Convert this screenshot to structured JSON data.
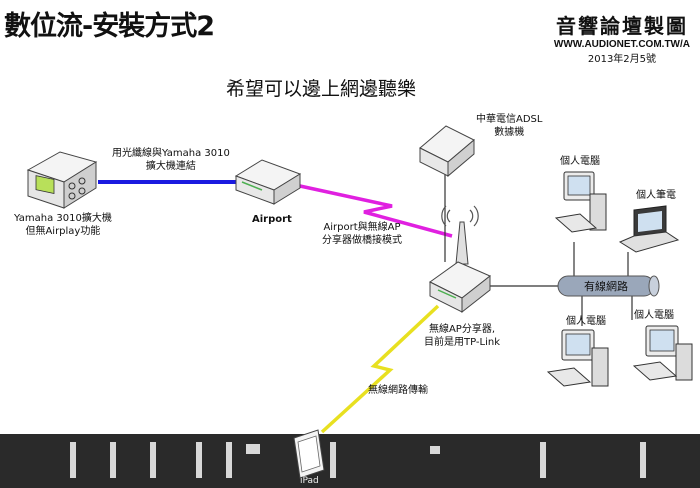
{
  "title": "數位流-安裝方式2",
  "subtitle": "希望可以邊上網邊聽樂",
  "brand": {
    "name": "音響論壇製圖",
    "url": "WWW.AUDIONET.COM.TW/A",
    "date": "2013年2月5號"
  },
  "labels": {
    "amp_line1": "Yamaha  3010擴大機",
    "amp_line2": "但無Airplay功能",
    "optical_line1": "用光纖線與Yamaha  3010",
    "optical_line2": "擴大機連結",
    "airport": "Airport",
    "bridge_line1": "Airport與無線AP",
    "bridge_line2": "分享器做橋接模式",
    "adsl_line1": "中華電信ADSL",
    "adsl_line2": "數據機",
    "pc_top": "個人電腦",
    "laptop": "個人筆電",
    "wired_net": "有線網路",
    "pc_bottom_left": "個人電腦",
    "pc_bottom_right": "個人電腦",
    "ap_line1": "無線AP分享器,",
    "ap_line2": "目前是用TP-Link",
    "wireless_transfer": "無線網路傳輸",
    "ipad": "iPad"
  },
  "colors": {
    "optical_cable": "#1a1ae0",
    "wifi_bolt_bridge": "#e020e0",
    "wifi_bolt_ipad": "#e8e020",
    "network_pipe": "#9aa7ba"
  }
}
